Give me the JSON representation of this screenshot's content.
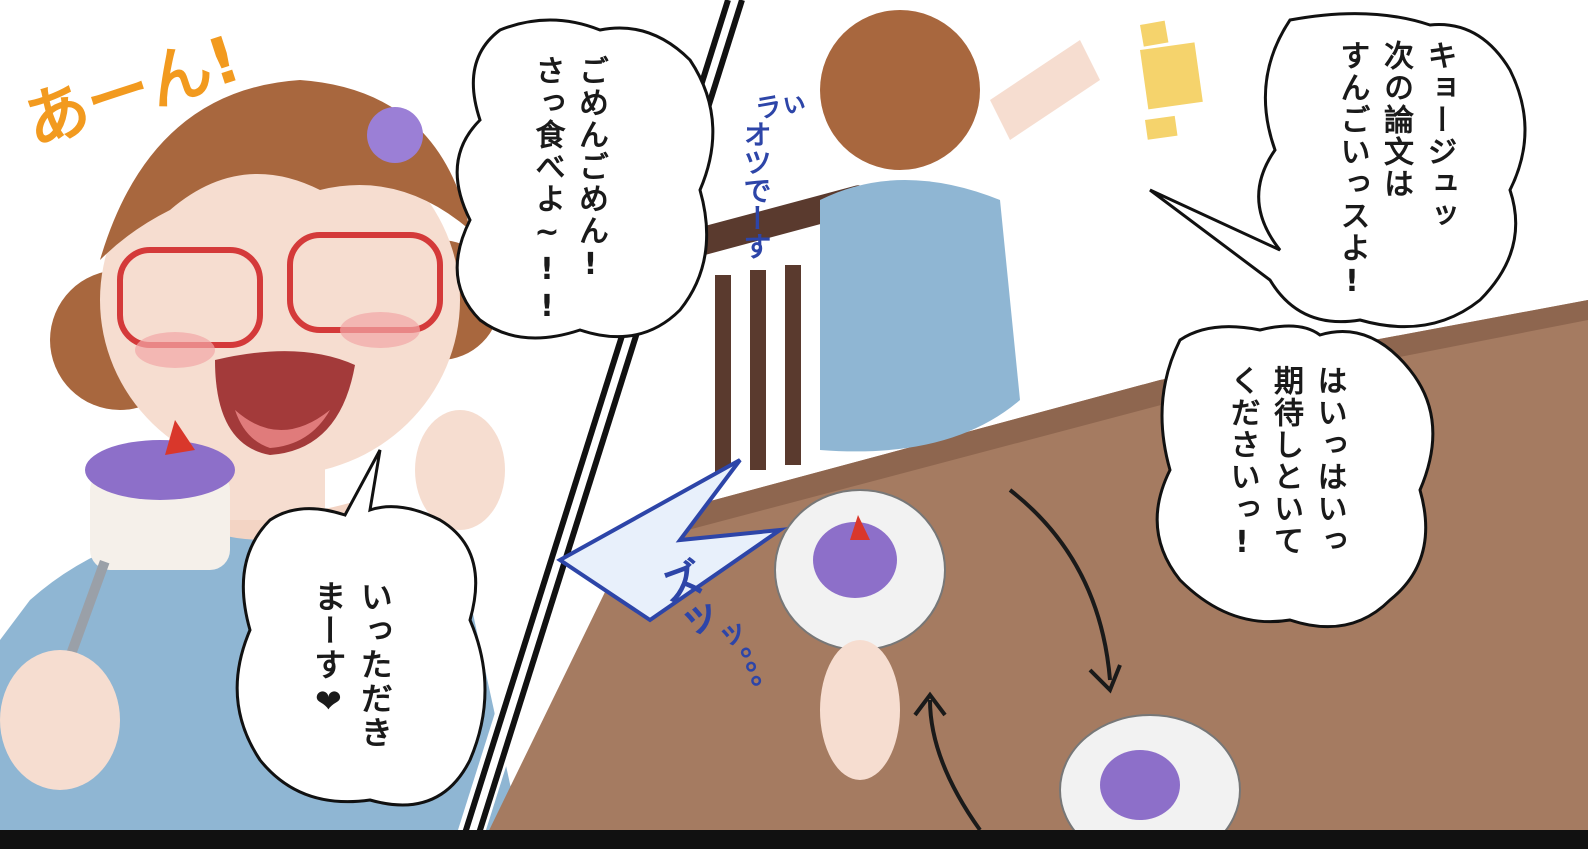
{
  "panels": {
    "left": {
      "sfx_aan": "あーん!",
      "bubble_gomen": "ごめんごめん!\nさっ食べよ~!!",
      "bubble_itadaki": "いっただき\nまーす❤"
    },
    "right": {
      "sfx_rai": "ラぃ",
      "sfx_otsu": "オツでーす",
      "sfx_zu": "ズッ",
      "sfx_ooo": "ッ。。。",
      "bubble_kyoju": "キョージュッ\n次の論文は\nすんごいっスよ!",
      "bubble_haihai": "はいっはいっ\n期待しといて\nくださいっ!"
    }
  },
  "colors": {
    "panel_border": "#111111",
    "table": "#a57b61",
    "table_shadow": "#8e664f",
    "top_blue": "#8fb6d3",
    "hair": "#a8673e",
    "skin": "#f6ddd0",
    "cake_purple": "#8d6fc9",
    "sfx_orange": "#f29a1f",
    "sfx_blue": "#2d45a8"
  }
}
